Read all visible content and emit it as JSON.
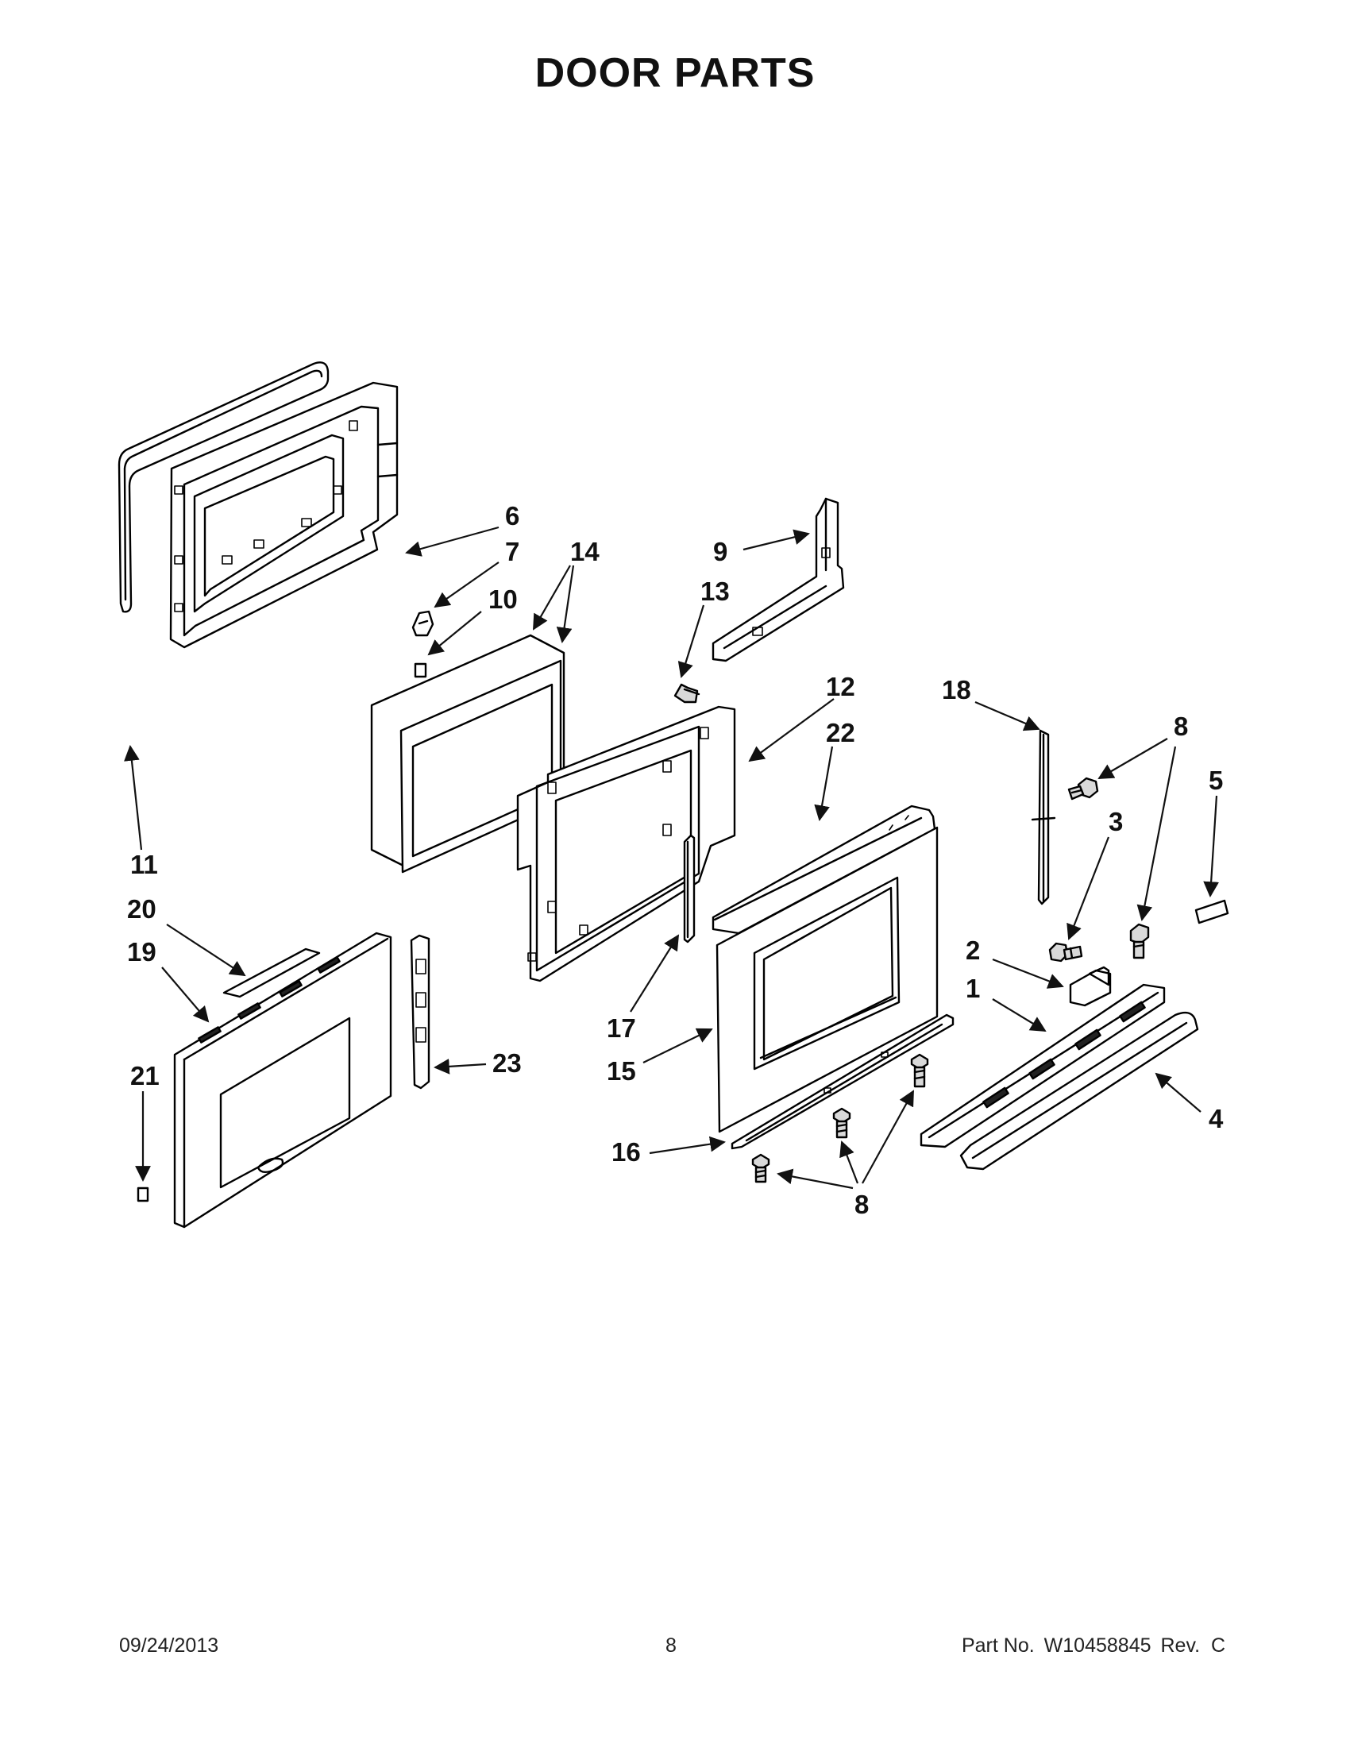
{
  "title": "DOOR PARTS",
  "callouts": [
    "6",
    "7",
    "14",
    "10",
    "11",
    "9",
    "13",
    "12",
    "22",
    "18",
    "8",
    "5",
    "3",
    "20",
    "19",
    "17",
    "2",
    "1",
    "15",
    "21",
    "23",
    "16",
    "4",
    "8"
  ],
  "footer": {
    "date": "09/24/2013",
    "page": "8",
    "part_label": "Part No.",
    "part_number": "W10458845",
    "revision": "Rev.  C"
  }
}
